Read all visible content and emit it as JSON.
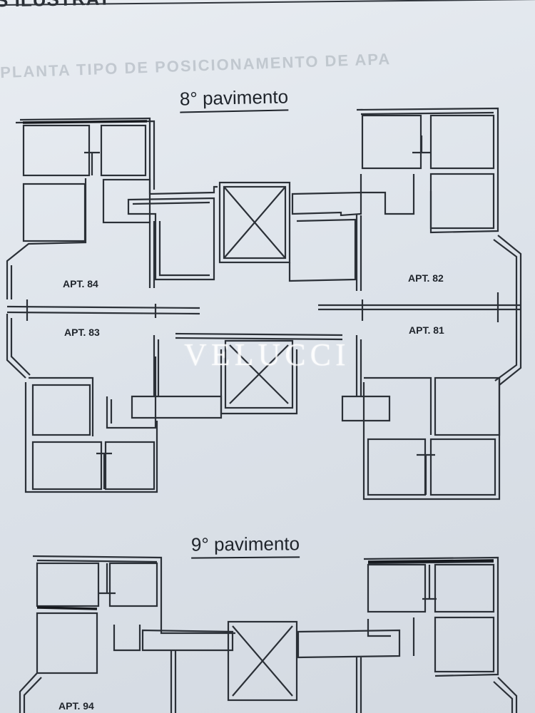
{
  "document": {
    "header_fragment": "S ILUSTRAT",
    "ghost_text": "PLANTA TIPO DE POSICIONAMENTO DE APA",
    "watermark": "VELUCCI"
  },
  "floors": [
    {
      "title": "8° pavimento",
      "apartments": [
        "APT. 84",
        "APT. 83",
        "APT. 82",
        "APT. 81"
      ]
    },
    {
      "title": "9° pavimento",
      "apartments": [
        "APT. 94"
      ]
    }
  ]
}
